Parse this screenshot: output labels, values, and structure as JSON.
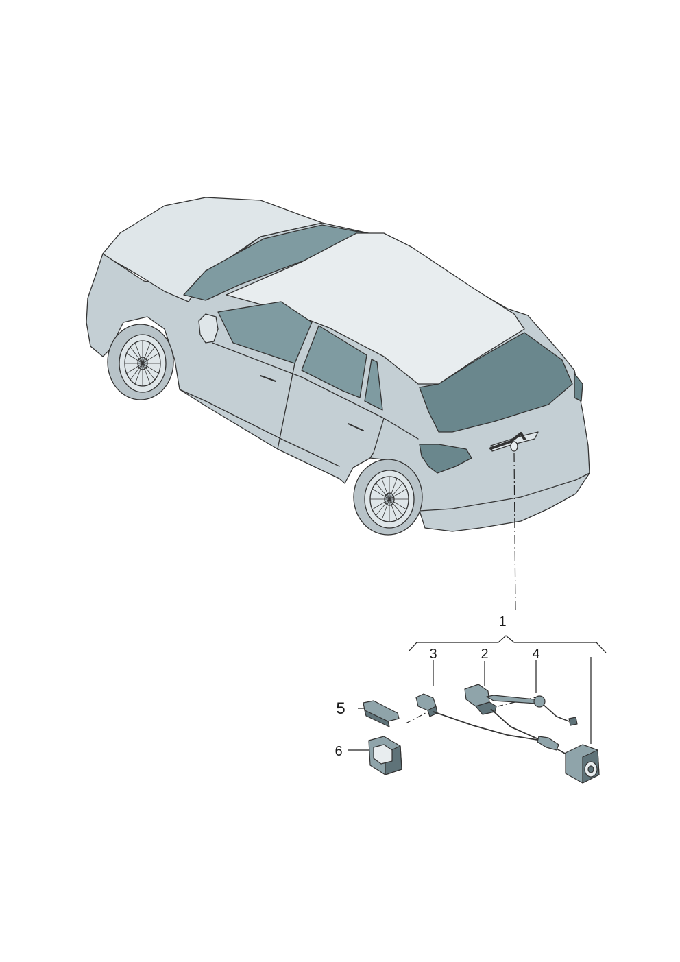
{
  "callouts": {
    "c1": "1",
    "c2": "2",
    "c3": "3",
    "c4": "4",
    "c5": "5",
    "c6": "6"
  },
  "colors": {
    "body": "#c4cfd4",
    "body_light": "#dfe6e9",
    "roof": "#e8edef",
    "glass": "#7f9ba1",
    "glass_dark": "#6a878d",
    "tire": "#b8c3c8",
    "outline": "#333333",
    "part": "#8fa4aa",
    "part_dark": "#5f7379"
  }
}
